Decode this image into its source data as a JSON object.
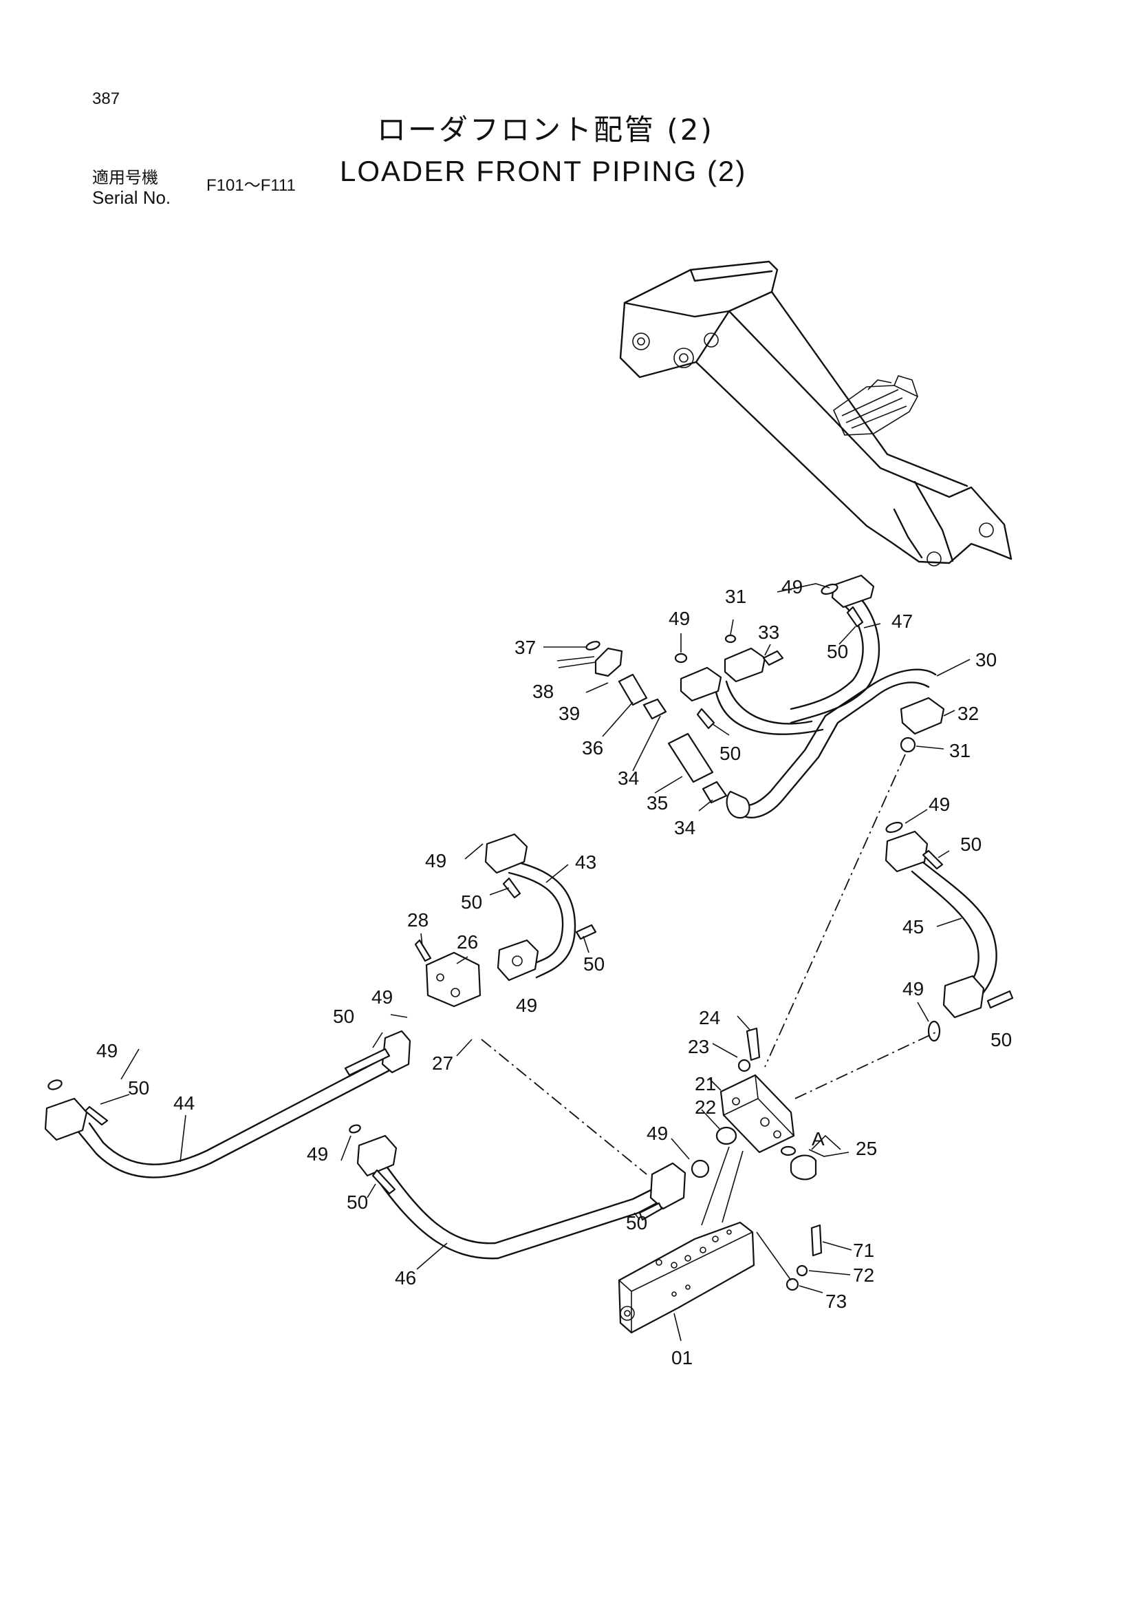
{
  "header": {
    "page_number": "387",
    "title_jp": "ローダフロント配管 (2)",
    "title_en": "LOADER FRONT PIPING (2)",
    "serial_label_jp": "適用号機",
    "serial_label_en": "Serial No.",
    "serial_range": "F101〜F111"
  },
  "callouts": {
    "c49a": "49",
    "c31a": "31",
    "c49b": "49",
    "c47": "47",
    "c33": "33",
    "c50a": "50",
    "c37": "37",
    "c30": "30",
    "c38": "38",
    "c39": "39",
    "c36": "36",
    "c50b": "50",
    "c32": "32",
    "c31b": "31",
    "c34a": "34",
    "c35": "35",
    "c34b": "34",
    "c49c": "49",
    "c50c": "50",
    "c49d": "49",
    "c43": "43",
    "c50d": "50",
    "c28": "28",
    "c26": "26",
    "c50e": "50",
    "c45": "45",
    "c49e": "49",
    "c50f": "50",
    "c49f": "49",
    "c24": "24",
    "c50g": "50",
    "c27": "27",
    "c23": "23",
    "c49g": "49",
    "c50h": "50",
    "c21": "21",
    "c44": "44",
    "c22": "22",
    "c49h": "49",
    "cA": "A",
    "c25": "25",
    "c49i": "49",
    "c50i": "50",
    "c50j": "50",
    "c71": "71",
    "c72": "72",
    "c73": "73",
    "c46": "46",
    "c01": "01"
  }
}
